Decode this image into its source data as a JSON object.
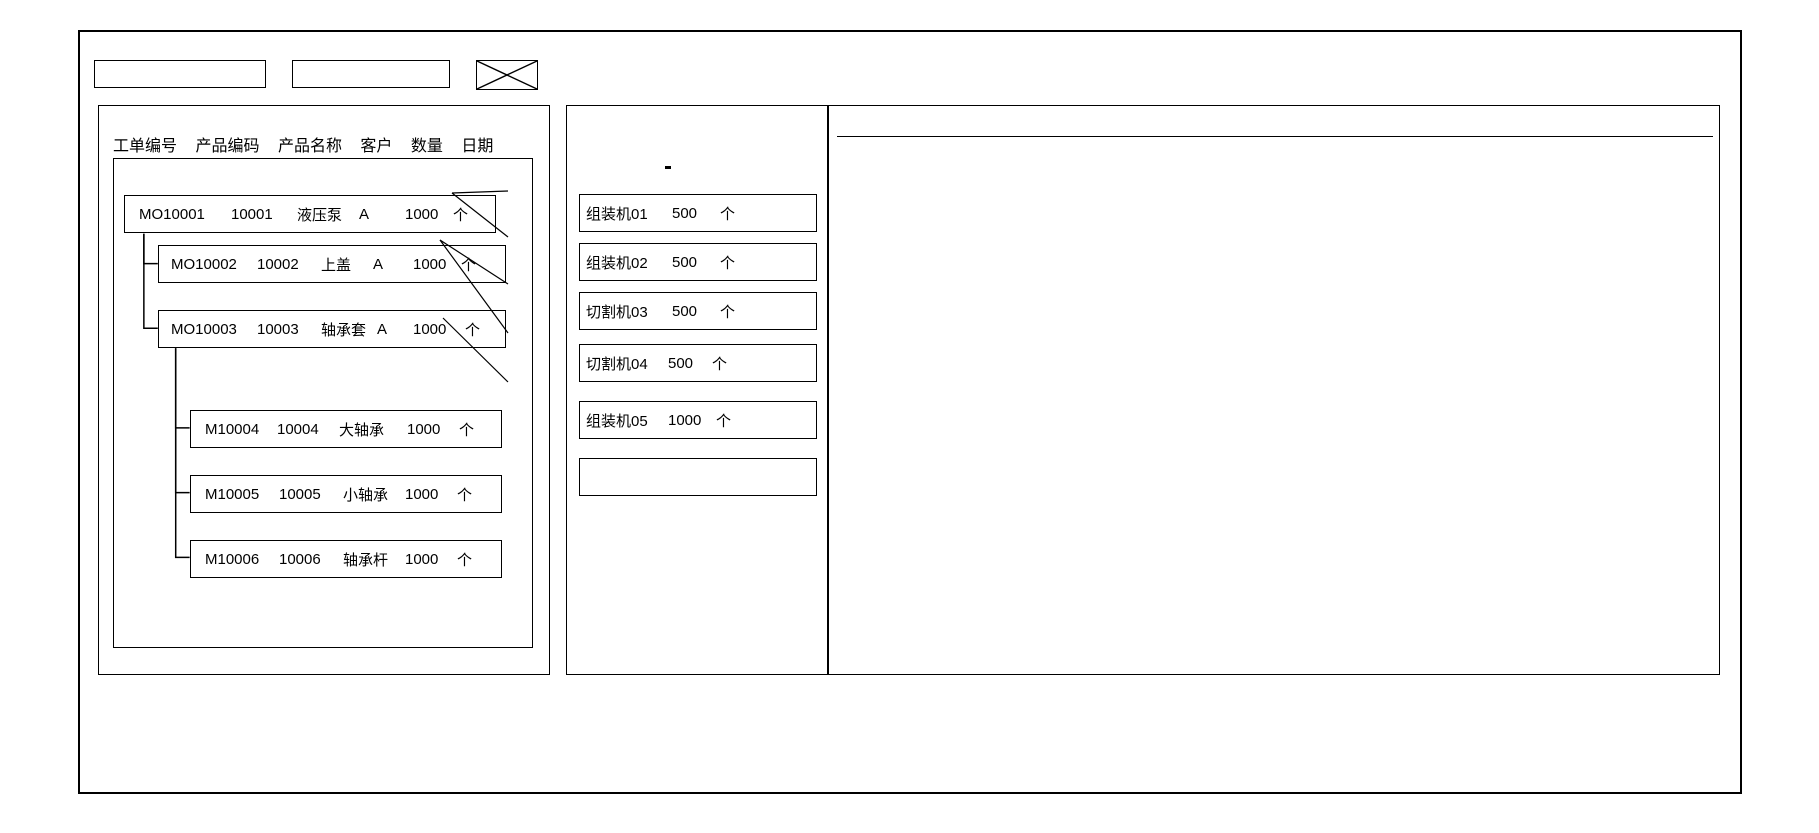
{
  "window": {
    "title_bar_present": true
  },
  "toolbar": {
    "field_one_value": "",
    "field_two_value": "",
    "icon_box_name": "crossed-box-icon"
  },
  "left_panel": {
    "columns": [
      "工单编号",
      "产品编码",
      "产品名称",
      "客户",
      "数量",
      "日期"
    ],
    "tree": [
      {
        "level": 0,
        "order_no": "MO10001",
        "product_code": "10001",
        "product_name": "液压泵",
        "customer": "A",
        "qty": "1000",
        "unit": "个"
      },
      {
        "level": 1,
        "order_no": "MO10002",
        "product_code": "10002",
        "product_name": "上盖",
        "customer": "A",
        "qty": "1000",
        "unit": "个"
      },
      {
        "level": 1,
        "order_no": "MO10003",
        "product_code": "10003",
        "product_name": "轴承套",
        "customer": "A",
        "qty": "1000",
        "unit": "个"
      },
      {
        "level": 2,
        "order_no": "M10004",
        "product_code": "10004",
        "product_name": "大轴承",
        "customer": "",
        "qty": "1000",
        "unit": "个"
      },
      {
        "level": 2,
        "order_no": "M10005",
        "product_code": "10005",
        "product_name": "小轴承",
        "customer": "",
        "qty": "1000",
        "unit": "个"
      },
      {
        "level": 2,
        "order_no": "M10006",
        "product_code": "10006",
        "product_name": "轴承杆",
        "customer": "",
        "qty": "1000",
        "unit": "个"
      }
    ]
  },
  "middle_panel": {
    "rows": [
      {
        "machine": "组装机01",
        "qty": "500",
        "unit": "个"
      },
      {
        "machine": "组装机02",
        "qty": "500",
        "unit": "个"
      },
      {
        "machine": "切割机03",
        "qty": "500",
        "unit": "个"
      },
      {
        "machine": "切割机04",
        "qty": "500",
        "unit": "个"
      },
      {
        "machine": "组装机05",
        "qty": "1000",
        "unit": "个"
      },
      {
        "machine": "",
        "qty": "",
        "unit": ""
      }
    ]
  },
  "right_panel": {
    "content": ""
  }
}
